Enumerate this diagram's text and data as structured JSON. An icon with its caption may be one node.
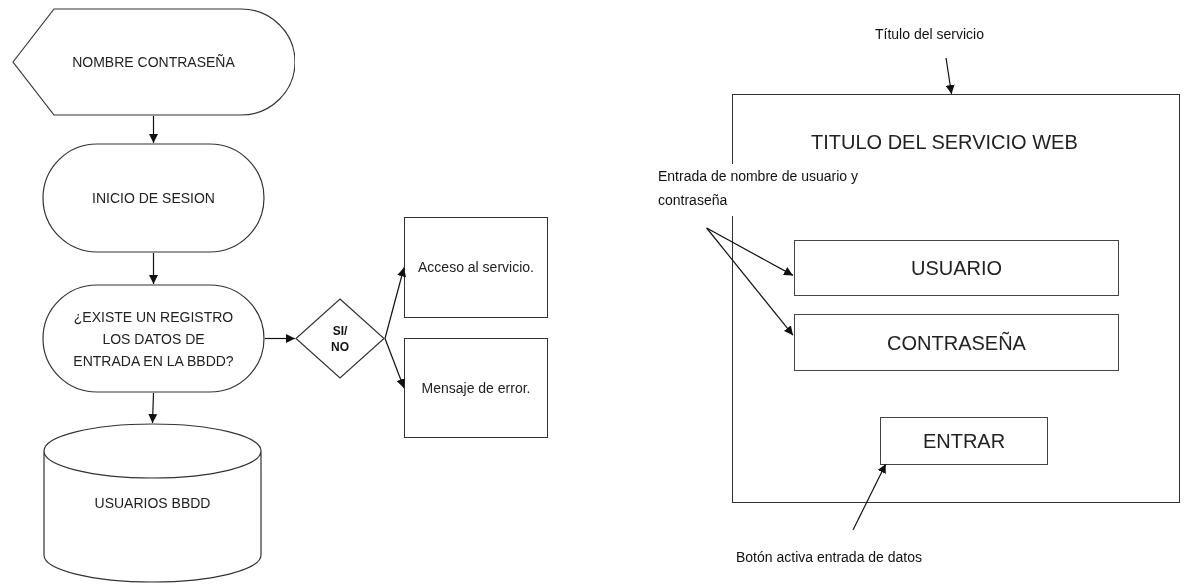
{
  "diagram": {
    "nodes": [
      {
        "text": [
          "NOMBRE CONTRASEÑA"
        ]
      },
      {
        "text": [
          "INICIO DE SESION"
        ]
      },
      {
        "text": [
          "¿EXISTE UN  REGISTRO LOS DATOS DE ENTRADA EN LA BBDD?"
        ]
      },
      {
        "text": [
          "USUARIOS BBDD"
        ]
      },
      {
        "text": [
          "SI/ NO"
        ]
      },
      {
        "text": [
          "Acceso al servicio."
        ]
      },
      {
        "text": [
          "Mensaje de error."
        ]
      },
      {
        "text": [
          "Título del servicio"
        ]
      },
      {
        "text": [
          "TITULO DEL SERVICIO WEB"
        ]
      },
      {
        "text": [
          "Entrada de nombre de usuario y contraseña"
        ]
      },
      {
        "text": [
          "USUARIO"
        ],
        "in": 8
      },
      {
        "text": [
          "CONTRASEÑA"
        ],
        "in": 8
      },
      {
        "text": [
          "ENTRAR"
        ],
        "in": 8
      },
      {
        "text": [
          "Botón activa entrada de datos"
        ]
      }
    ],
    "edges": [
      {
        "from": 0,
        "to": 1,
        "arrow": "to"
      },
      {
        "from": 1,
        "to": 2,
        "arrow": "to"
      },
      {
        "from": 2,
        "to": 3,
        "arrow": "to"
      },
      {
        "from": 2,
        "to": 4,
        "arrow": "to"
      },
      {
        "from": 4,
        "to": 5,
        "arrow": "to"
      },
      {
        "from": 4,
        "to": 6,
        "arrow": "to"
      },
      {
        "from": 7,
        "to": 8,
        "arrow": "to"
      },
      {
        "from": 9,
        "to": 10,
        "arrow": "to"
      },
      {
        "from": 9,
        "to": 11,
        "arrow": "to"
      },
      {
        "from": 13,
        "to": 12,
        "arrow": "to"
      }
    ]
  }
}
